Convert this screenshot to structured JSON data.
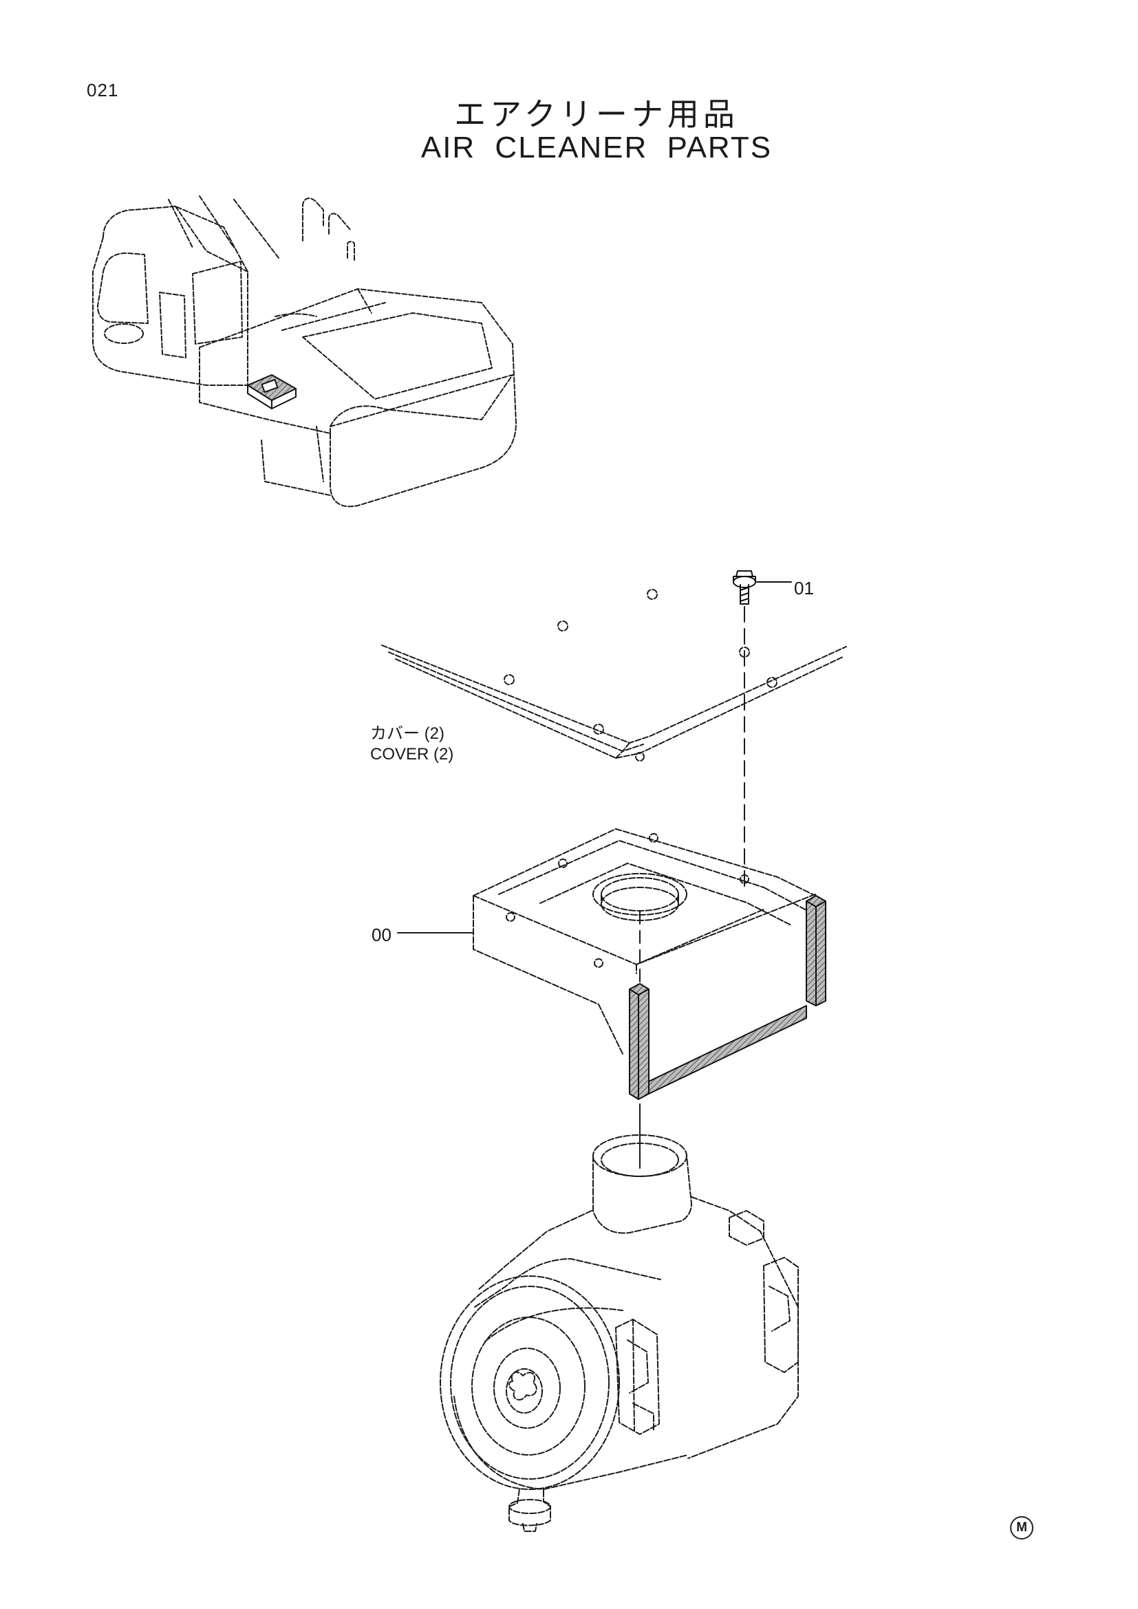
{
  "page": {
    "number": "021"
  },
  "title": {
    "japanese": "エアクリーナ用品",
    "english": "AIR CLEANER PARTS"
  },
  "labels": {
    "cover_jp": "カバー (2)",
    "cover_en": "COVER (2)",
    "part_00": "00",
    "part_01": "01",
    "corner_mark": "M"
  },
  "colors": {
    "ink": "#1a1a1a",
    "background": "#ffffff",
    "seal_hatch": "#8a8a8a"
  }
}
